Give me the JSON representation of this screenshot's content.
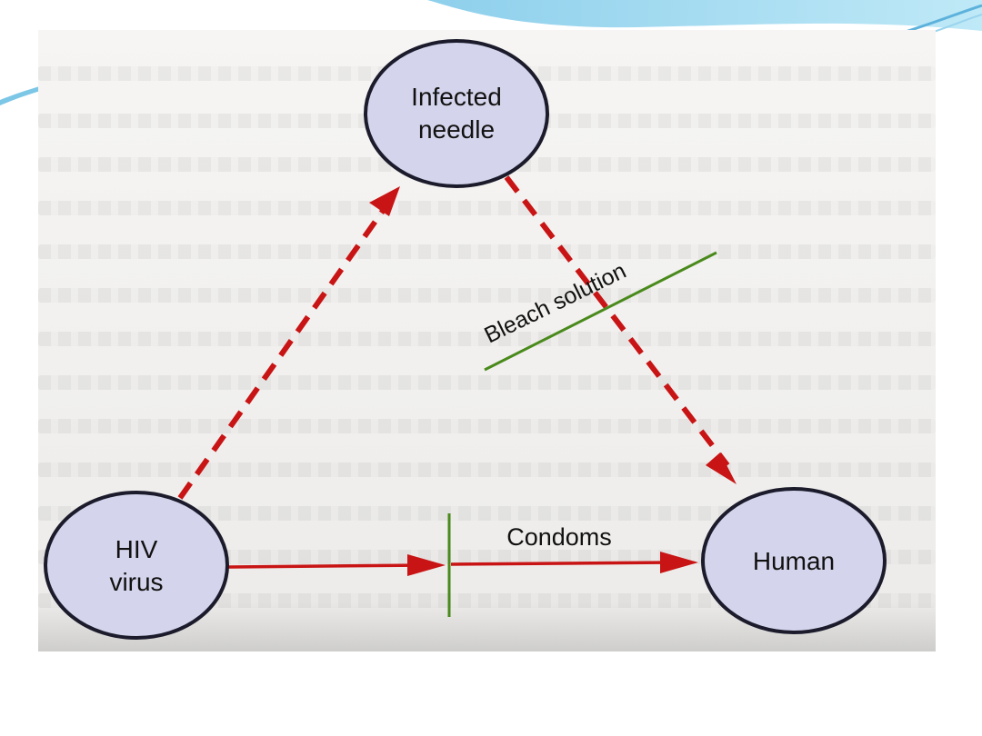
{
  "nodes": {
    "infected_needle": {
      "line1": "Infected",
      "line2": "needle"
    },
    "hiv_virus": {
      "line1": "HIV",
      "line2": "virus"
    },
    "human": {
      "label": "Human"
    }
  },
  "barriers": {
    "bleach": {
      "label": "Bleach solution"
    },
    "condoms": {
      "label": "Condoms"
    }
  },
  "colors": {
    "node_fill": "#d4d4ec",
    "node_stroke": "#1b1b2c",
    "arrow": "#c81414",
    "barrier_line": "#4a8a1c",
    "banner_blue": "#7dc4e6",
    "banner_light": "#c7ecf7"
  }
}
